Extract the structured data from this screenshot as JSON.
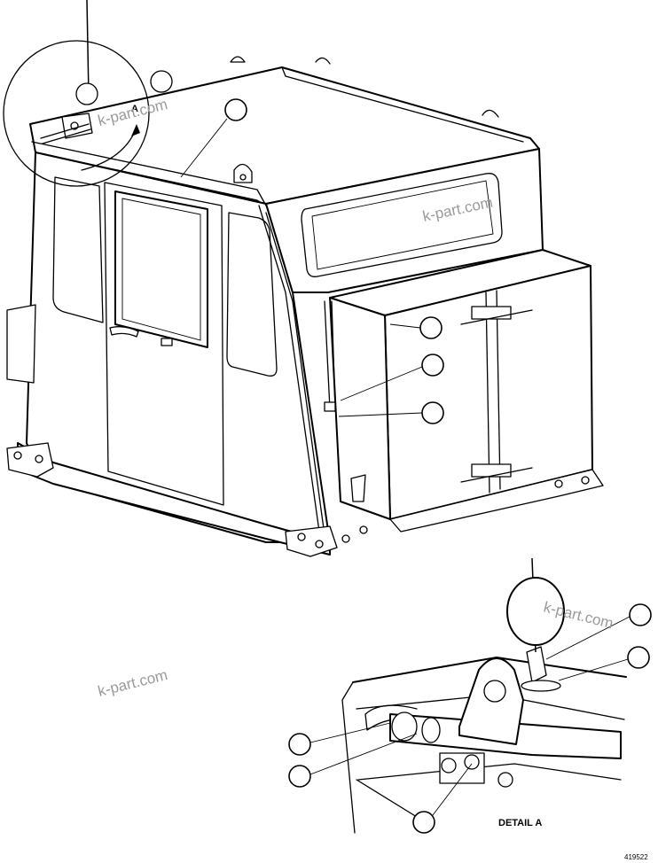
{
  "diagram": {
    "watermark": "k-part.com",
    "detail_label": "DETAIL A",
    "detail_letter": "A",
    "figure_number": "419522",
    "callouts": [
      "",
      "",
      "",
      "",
      "",
      "",
      "",
      "",
      "",
      ""
    ]
  }
}
